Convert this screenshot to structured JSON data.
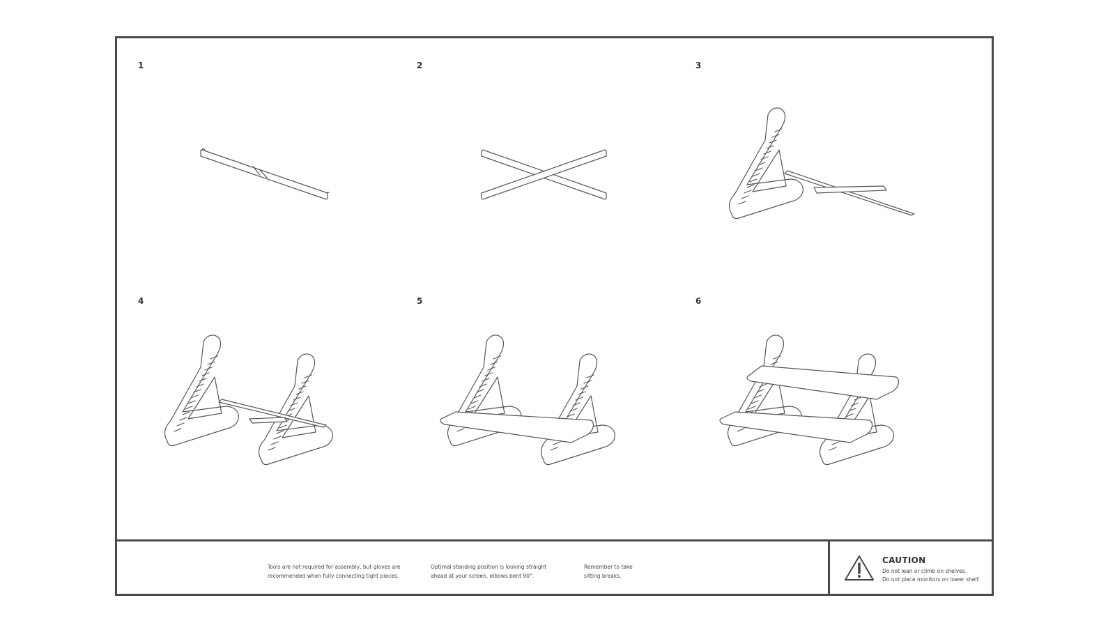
{
  "steps": [
    {
      "number": "1"
    },
    {
      "number": "2"
    },
    {
      "number": "3"
    },
    {
      "number": "4"
    },
    {
      "number": "5"
    },
    {
      "number": "6"
    }
  ],
  "notes": [
    {
      "line1": "Tools are not required for assembly, but gloves are",
      "line2": "recommended when fully connecting tight pieces."
    },
    {
      "line1": "Optimal standing position is looking straight",
      "line2": "ahead at your screen, elbows bent 90°."
    },
    {
      "line1": "Remember to take",
      "line2": "sitting breaks."
    }
  ],
  "caution": {
    "title": "CAUTION",
    "line1": "Do not lean or climb on shelves.",
    "line2": "Do not place monitors on lower shelf."
  },
  "icons": {
    "caution": "warning-triangle-icon"
  }
}
